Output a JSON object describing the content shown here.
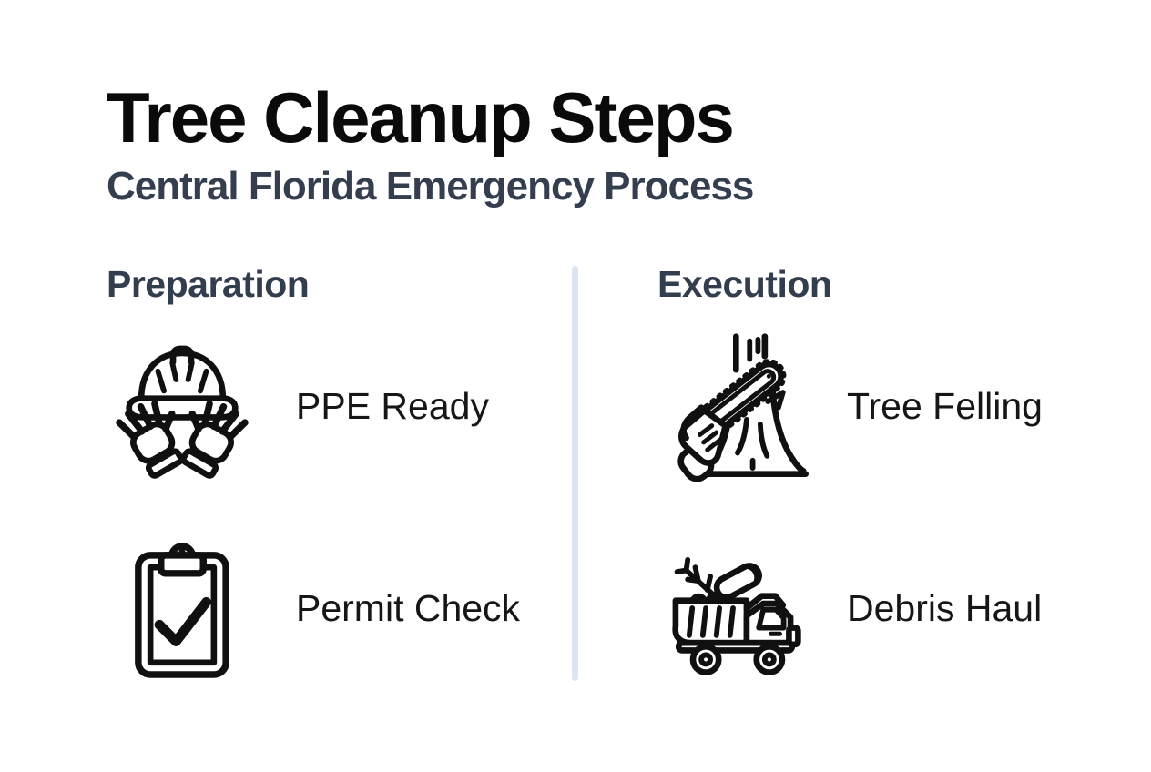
{
  "page": {
    "title": "Tree Cleanup Steps",
    "subtitle": "Central Florida Emergency Process"
  },
  "columns": [
    {
      "header": "Preparation",
      "items": [
        {
          "label": "PPE Ready",
          "icon": "hard-hat-gloves-icon"
        },
        {
          "label": "Permit Check",
          "icon": "clipboard-check-icon"
        }
      ]
    },
    {
      "header": "Execution",
      "items": [
        {
          "label": "Tree Felling",
          "icon": "chainsaw-tree-icon"
        },
        {
          "label": "Debris Haul",
          "icon": "dump-truck-icon"
        }
      ]
    }
  ],
  "colors": {
    "background": "#ffffff",
    "title-color": "#0a0a0a",
    "subtitle-color": "#343e4f",
    "heading-color": "#323d4e",
    "label-color": "#161616",
    "icon-stroke": "#101010",
    "divider-color": "#dbe6f1"
  }
}
